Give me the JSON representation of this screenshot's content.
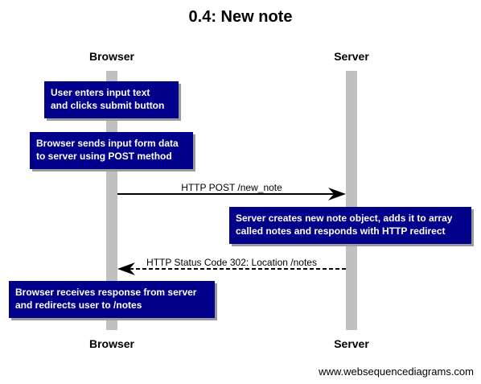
{
  "diagram": {
    "title": "0.4: New note",
    "participants": {
      "browser": "Browser",
      "server": "Server"
    },
    "notes": {
      "user_enters": "User enters input text\nand clicks submit button",
      "browser_sends": "Browser sends input form data\nto server using POST method",
      "server_creates": "Server creates new note object, adds it to array\ncalled notes and responds with HTTP redirect",
      "browser_receives": "Browser receives response from server\nand redirects user to /notes"
    },
    "messages": {
      "post": "HTTP POST /new_note",
      "redirect": "HTTP Status Code 302: Location /notes"
    },
    "colors": {
      "note_bg": "#00008b",
      "note_text": "#ffffff",
      "lifeline": "#c0c0c0"
    }
  },
  "footer": {
    "credit": "www.websequencediagrams.com"
  }
}
